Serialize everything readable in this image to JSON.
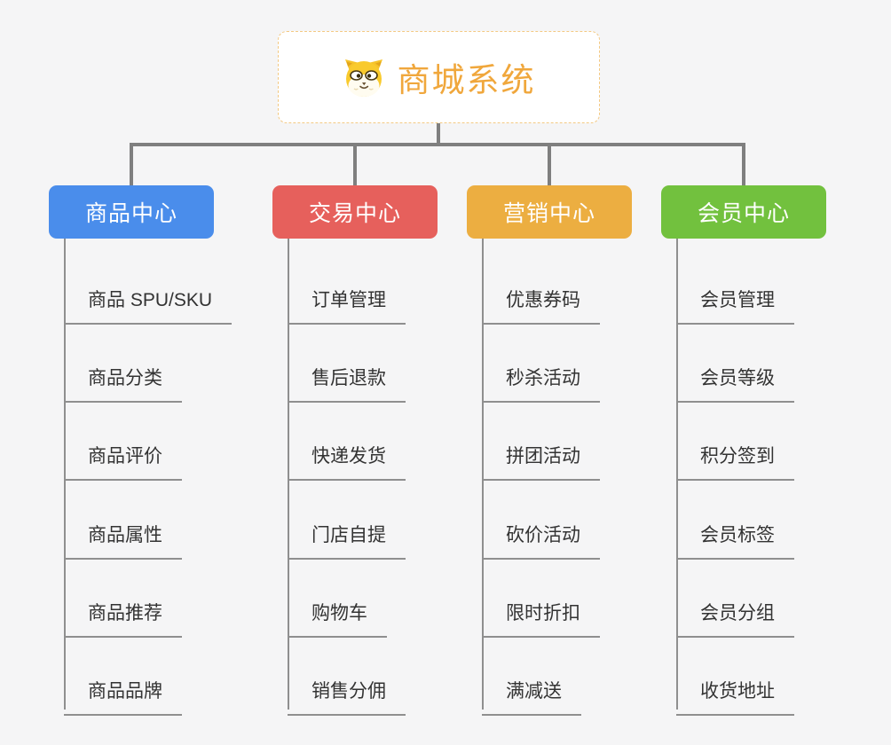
{
  "app": {
    "background_color": "#f5f5f6",
    "connector_color": "#7f7f7f",
    "leaf_line_color": "#8f8f8f",
    "leaf_text_color": "#333333"
  },
  "root": {
    "title": "商城系统",
    "icon": "dog-face-icon",
    "text_color": "#f0a73c",
    "border_color": "#f3c983"
  },
  "branches": [
    {
      "label": "商品中心",
      "color": "#4a8deb",
      "children": [
        "商品 SPU/SKU",
        "商品分类",
        "商品评价",
        "商品属性",
        "商品推荐",
        "商品品牌"
      ]
    },
    {
      "label": "交易中心",
      "color": "#e6605c",
      "children": [
        "订单管理",
        "售后退款",
        "快递发货",
        "门店自提",
        "购物车",
        "销售分佣"
      ]
    },
    {
      "label": "营销中心",
      "color": "#ecae41",
      "children": [
        "优惠券码",
        "秒杀活动",
        "拼团活动",
        "砍价活动",
        "限时折扣",
        "满减送"
      ]
    },
    {
      "label": "会员中心",
      "color": "#72c13e",
      "children": [
        "会员管理",
        "会员等级",
        "积分签到",
        "会员标签",
        "会员分组",
        "收货地址"
      ]
    }
  ]
}
